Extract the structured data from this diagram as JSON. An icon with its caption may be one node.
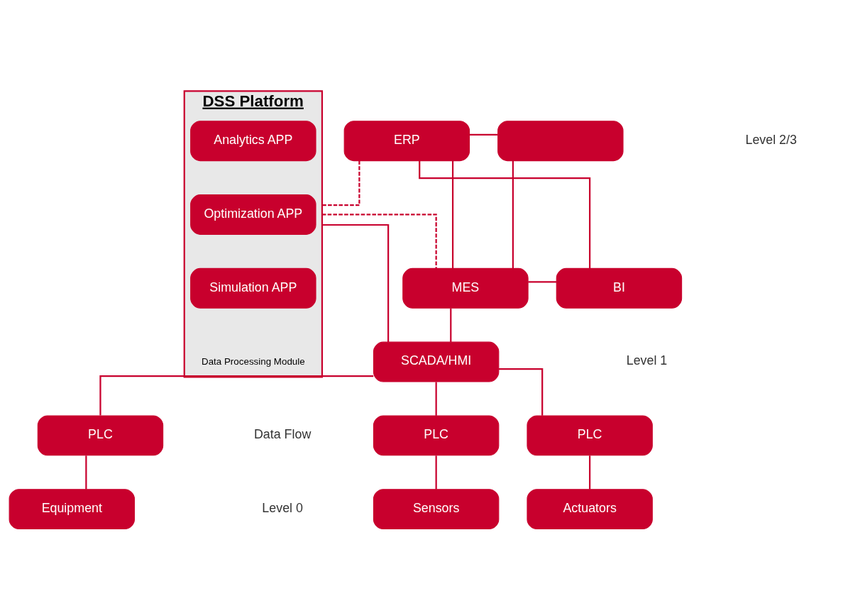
{
  "diagram": {
    "nodes": [
      {
        "text": [
          "DSS Platform",
          "Data Processing Module"
        ]
      },
      {
        "text": [
          "Analytics APP"
        ],
        "in": 0
      },
      {
        "text": [
          "Optimization APP"
        ],
        "in": 0
      },
      {
        "text": [
          "Simulation APP"
        ],
        "in": 0
      },
      {
        "text": [
          "ERP"
        ]
      },
      {
        "text": [
          "MES"
        ]
      },
      {
        "text": [],
        "shape": "box"
      },
      {
        "text": [
          "BI"
        ]
      },
      {
        "text": [
          "SCADA/HMI"
        ]
      },
      {
        "text": [
          "PLC"
        ]
      },
      {
        "text": [
          "PLC"
        ]
      },
      {
        "text": [
          "PLC"
        ]
      },
      {
        "text": [
          "Sensors"
        ]
      },
      {
        "text": [
          "Actuators"
        ]
      },
      {
        "text": [
          "Equipment"
        ]
      }
    ],
    "edges": [
      {
        "from": 0,
        "to": 4,
        "arrow": "none",
        "style": "dashed"
      },
      {
        "from": 0,
        "to": 5,
        "arrow": "none",
        "style": "dashed"
      },
      {
        "from": 4,
        "to": 5,
        "arrow": "none"
      },
      {
        "from": 4,
        "to": 6,
        "arrow": "none"
      },
      {
        "from": 4,
        "to": 7,
        "arrow": "none"
      },
      {
        "from": 5,
        "to": 6,
        "arrow": "none"
      },
      {
        "from": 5,
        "to": 7,
        "arrow": "none"
      },
      {
        "from": 0,
        "to": 8,
        "arrow": "none"
      },
      {
        "from": 5,
        "to": 8,
        "arrow": "none"
      },
      {
        "from": 8,
        "to": 9,
        "arrow": "none"
      },
      {
        "from": 8,
        "to": 10,
        "arrow": "none"
      },
      {
        "from": 8,
        "to": 11,
        "arrow": "none"
      },
      {
        "from": 9,
        "to": 12,
        "arrow": "none"
      },
      {
        "from": 10,
        "to": 13,
        "arrow": "none"
      },
      {
        "from": 11,
        "to": 14,
        "arrow": "none"
      }
    ],
    "labels": [
      "Level 2/3",
      "Level 1",
      "Level 0",
      "Data Flow"
    ]
  }
}
